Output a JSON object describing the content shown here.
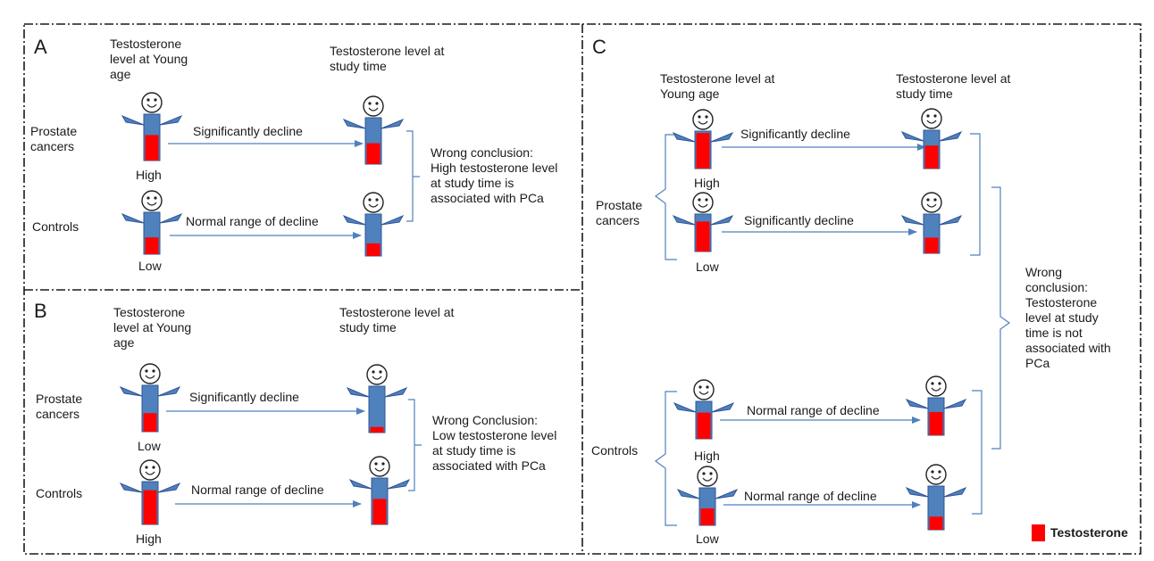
{
  "colors": {
    "body": "#4F81BD",
    "body_stroke": "#2F5597",
    "testosterone": "#FF0000",
    "arrow": "#4F81BD",
    "bracket": "#4F81BD",
    "border": "#1a1a1a"
  },
  "panels": {
    "A": {
      "letter": "A",
      "header_young": "Testosterone\nlevel at Young\nage",
      "header_study": "Testosterone level at\nstudy time",
      "row1_group": "Prostate\ncancers",
      "row2_group": "Controls",
      "row1_young_label": "High",
      "row2_young_label": "Low",
      "row1_arrow": "Significantly decline",
      "row2_arrow": "Normal range of decline",
      "conclusion": "Wrong conclusion:\nHigh testosterone level\nat study time is\nassociated with PCa",
      "levels": {
        "row1_young": 0.55,
        "row1_study": 0.45,
        "row2_young": 0.4,
        "row2_study": 0.3
      }
    },
    "B": {
      "letter": "B",
      "header_young": "Testosterone\nlevel at Young\nage",
      "header_study": "Testosterone level at\nstudy time",
      "row1_group": "Prostate\ncancers",
      "row2_group": "Controls",
      "row1_young_label": "Low",
      "row2_young_label": "High",
      "row1_arrow": "Significantly decline",
      "row2_arrow": "Normal range of decline",
      "conclusion": "Wrong Conclusion:\nLow testosterone level\nat study time is\nassociated with PCa",
      "levels": {
        "row1_young": 0.4,
        "row1_study": 0.12,
        "row2_young": 0.8,
        "row2_study": 0.55
      }
    },
    "C": {
      "letter": "C",
      "header_young": "Testosterone level at\nYoung age",
      "header_study": "Testosterone level at\nstudy time",
      "group1": "Prostate\ncancers",
      "group2": "Controls",
      "rows": [
        {
          "young_label": "High",
          "arrow": "Significantly decline",
          "young_level": 0.95,
          "study_level": 0.6
        },
        {
          "young_label": "Low",
          "arrow": "Significantly decline",
          "young_level": 0.8,
          "study_level": 0.4
        },
        {
          "young_label": "High",
          "arrow": "Normal range of decline",
          "young_level": 0.7,
          "study_level": 0.62
        },
        {
          "young_label": "Low",
          "arrow": "Normal range of decline",
          "young_level": 0.45,
          "study_level": 0.3
        }
      ],
      "conclusion": "Wrong\nconclusion:\nTestosterone\nlevel at study\ntime is not\nassociated with\nPCa"
    }
  },
  "legend": {
    "label": "Testosterone",
    "color": "#FF0000"
  }
}
